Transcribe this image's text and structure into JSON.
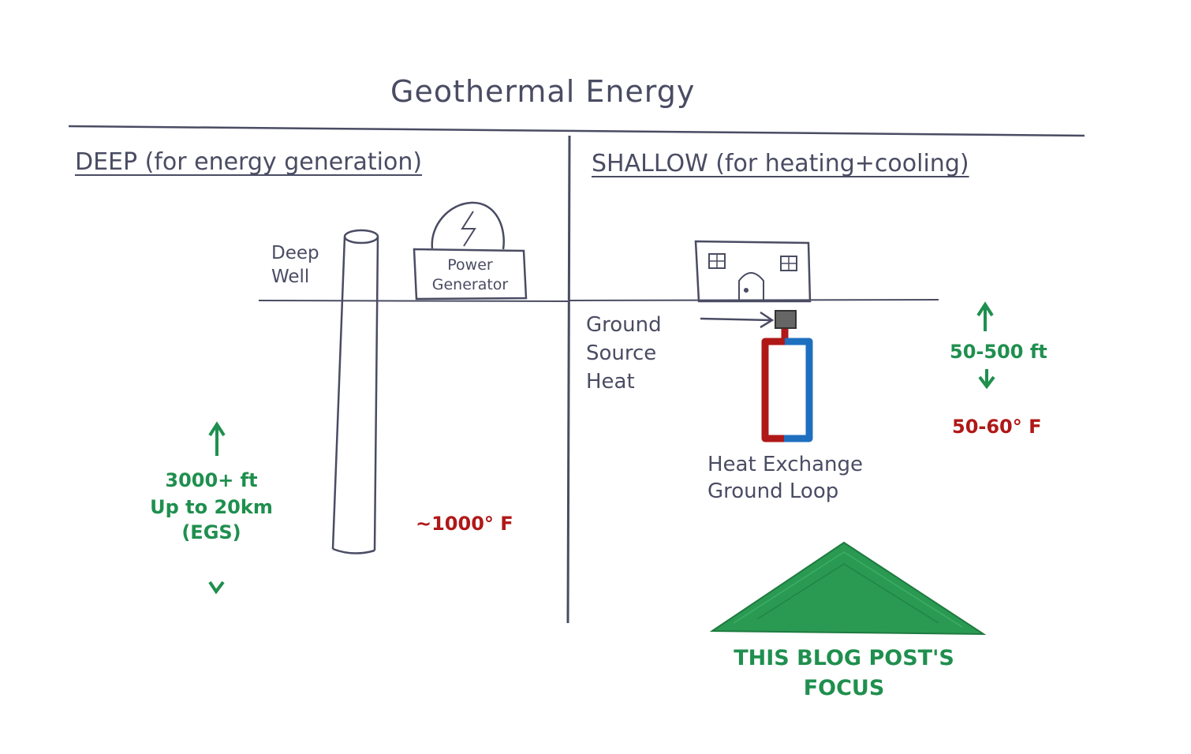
{
  "title": "Geothermal Energy",
  "deep": {
    "heading": "DEEP (for energy generation)",
    "well_label_line1": "Deep",
    "well_label_line2": "Well",
    "generator_label_line1": "Power",
    "generator_label_line2": "Generator",
    "depth_line1": "3000+ ft",
    "depth_line2": "Up to 20km",
    "depth_line3": "(EGS)",
    "temperature": "~1000° F"
  },
  "shallow": {
    "heading": "SHALLOW (for heating+cooling)",
    "ground_source_line1": "Ground",
    "ground_source_line2": "Source",
    "ground_source_line3": "Heat",
    "loop_label_line1": "Heat Exchange",
    "loop_label_line2": "Ground Loop",
    "depth": "50-500 ft",
    "temperature": "50-60° F"
  },
  "focus": {
    "line1": "THIS BLOG POST'S",
    "line2": "FOCUS"
  },
  "colors": {
    "ink": "#4a4c63",
    "green": "#1f8f4e",
    "red": "#b01818",
    "blue": "#1f6fc0",
    "triangle": "#2a9a52"
  },
  "icons": {
    "generator": "lightning-bolt-icon",
    "arrow_up": "arrow-up-icon",
    "arrow_down": "arrow-down-icon"
  }
}
